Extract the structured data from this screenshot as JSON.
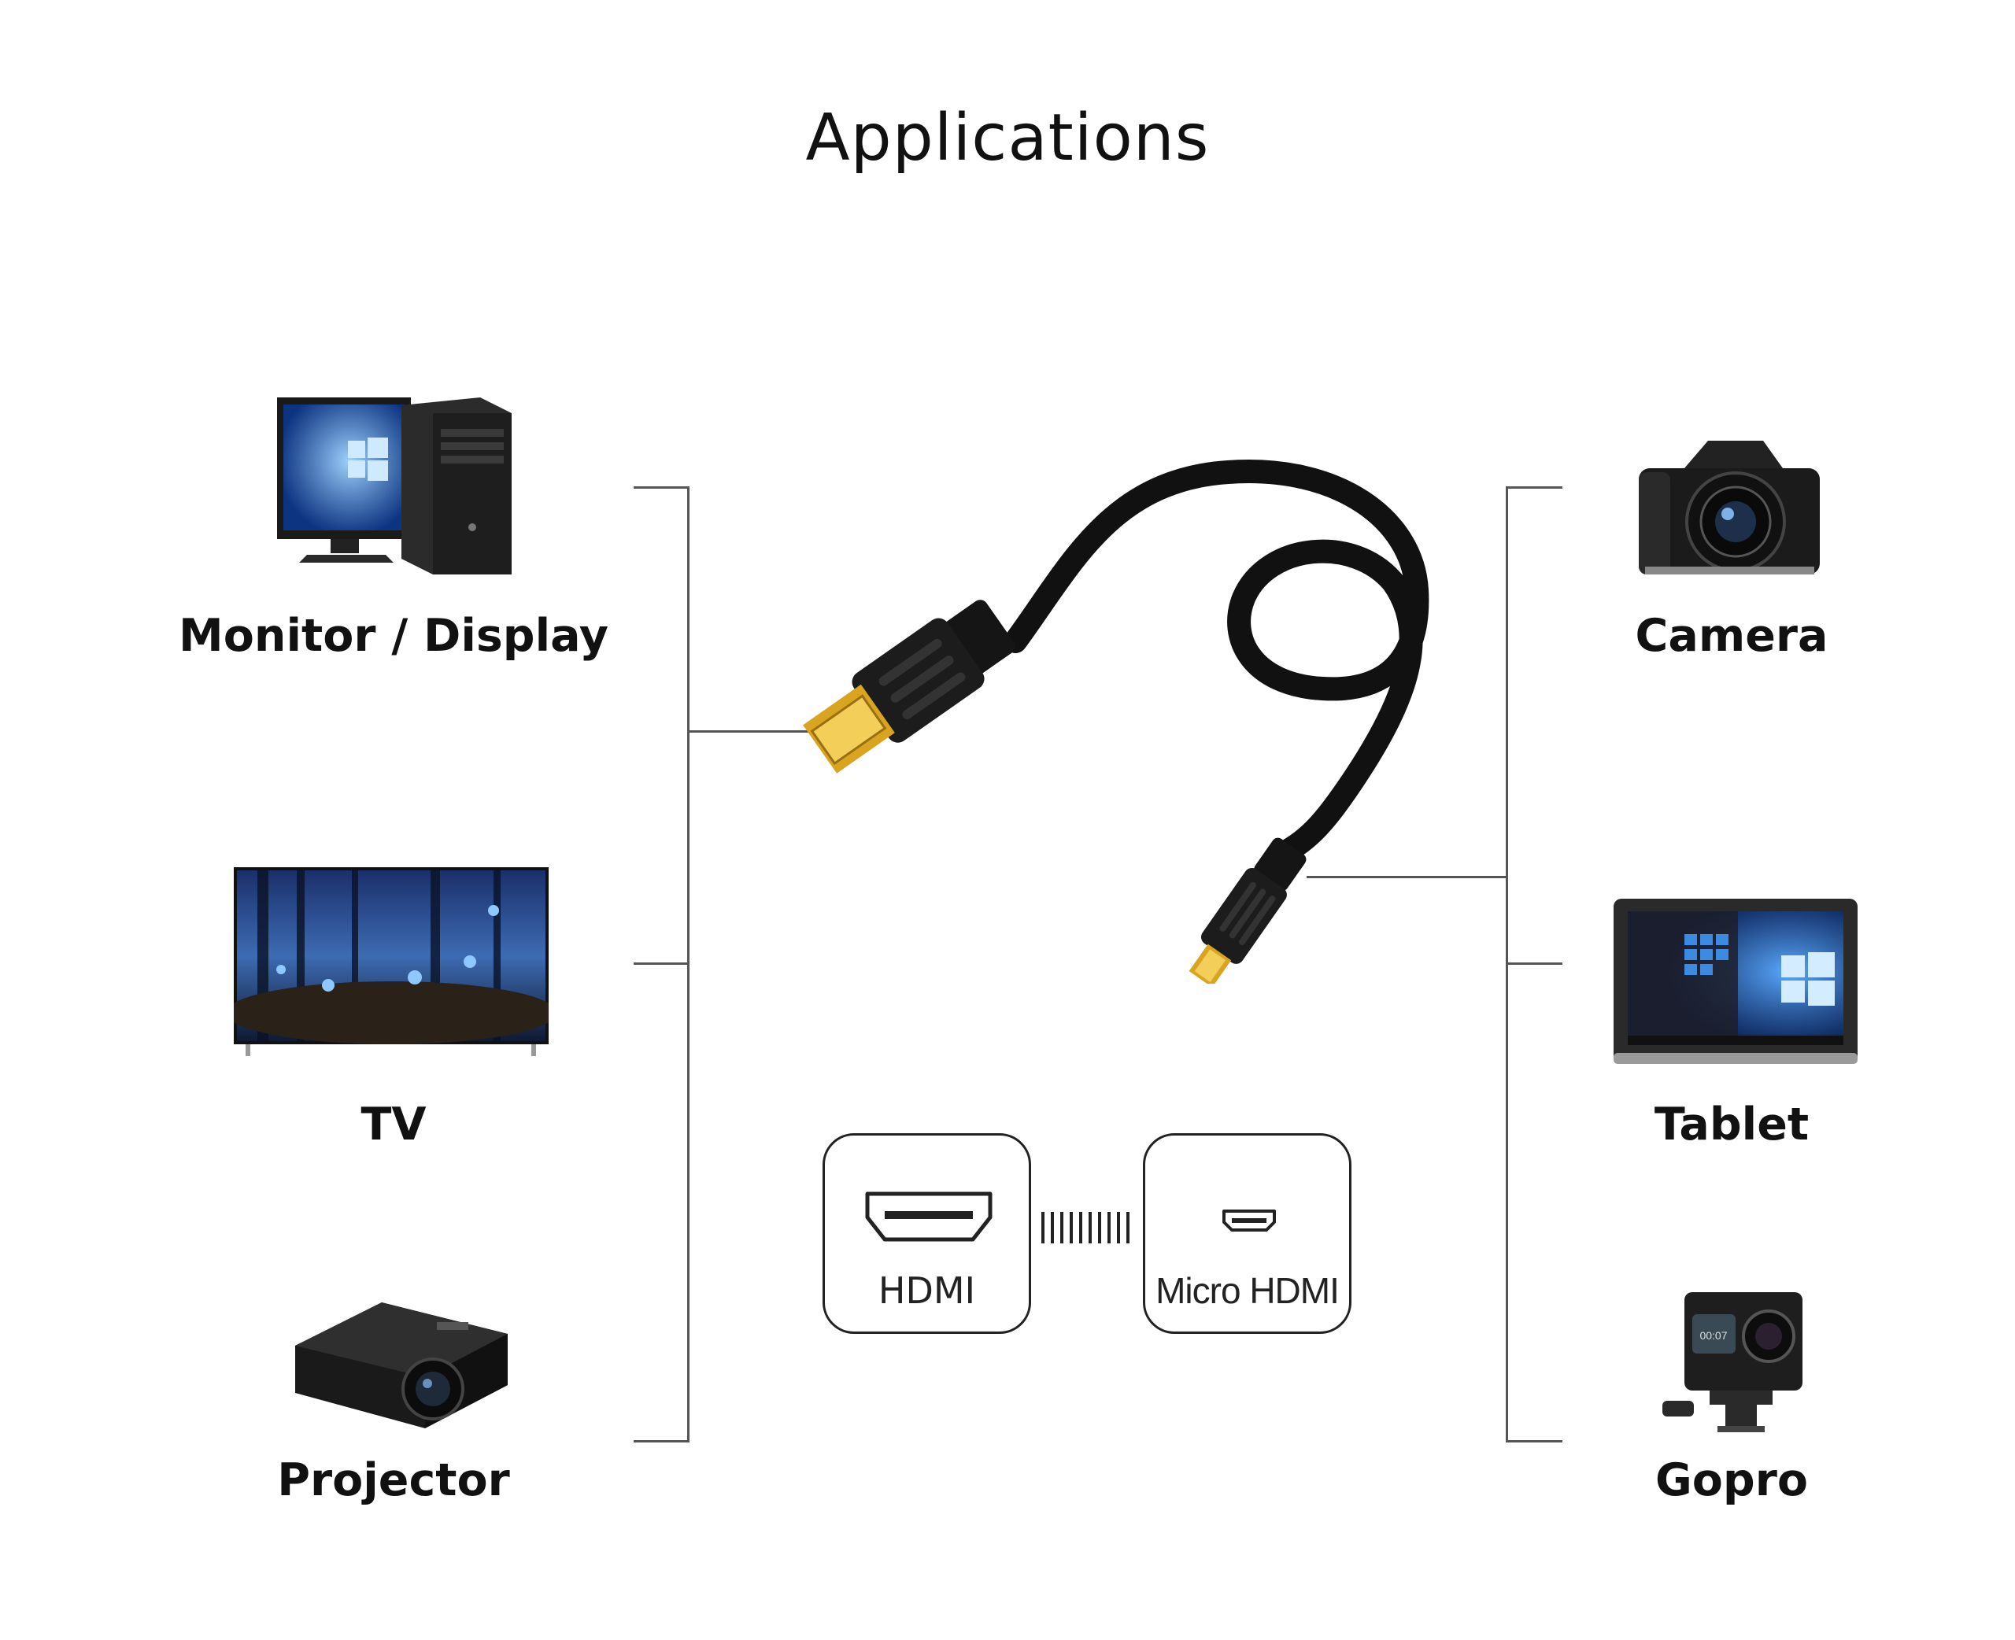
{
  "title": "Applications",
  "left_devices": [
    {
      "label": "Monitor / Display",
      "icon": "desktop-pc-icon"
    },
    {
      "label": "TV",
      "icon": "tv-icon"
    },
    {
      "label": "Projector",
      "icon": "projector-icon"
    }
  ],
  "right_devices": [
    {
      "label": "Camera",
      "icon": "camera-icon"
    },
    {
      "label": "Tablet",
      "icon": "tablet-icon"
    },
    {
      "label": "Gopro",
      "icon": "gopro-icon"
    }
  ],
  "connectors": {
    "left": "HDMI",
    "right": "Micro HDMI"
  },
  "colors": {
    "connector_gold": "#d9a520",
    "cable": "#111111",
    "bracket_line": "#555555"
  }
}
